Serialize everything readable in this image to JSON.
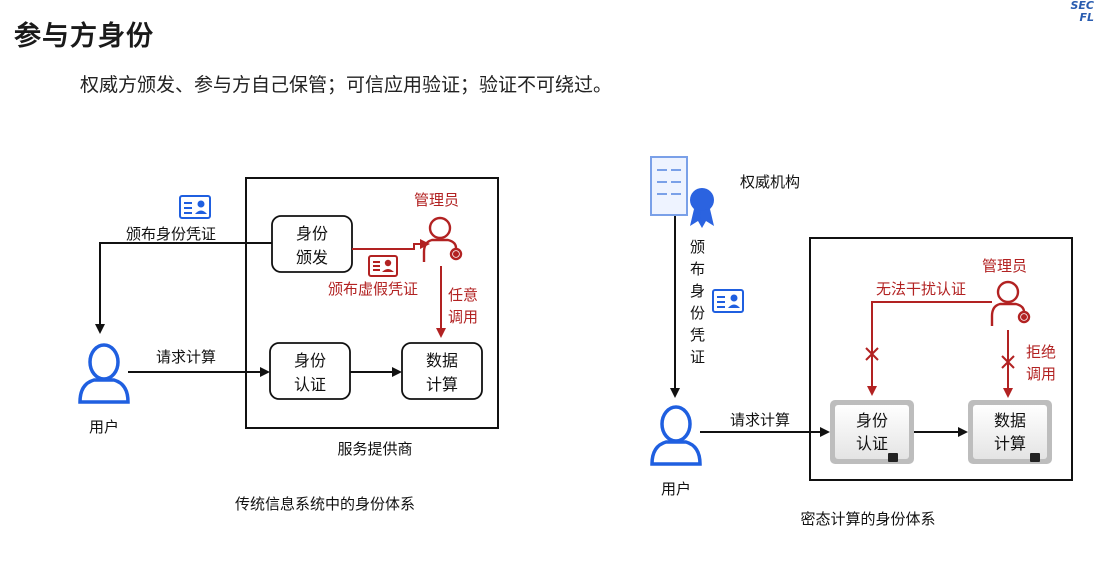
{
  "header": {
    "title": "参与方身份",
    "subtitle": "权威方颁发、参与方自己保管；可信应用验证；验证不可绕过。",
    "logo_line1": "SEC",
    "logo_line2": "FL"
  },
  "left": {
    "issue_label": "颁布身份凭证",
    "box_issue": [
      "身份",
      "颁发"
    ],
    "box_auth": [
      "身份",
      "认证"
    ],
    "box_compute": [
      "数据",
      "计算"
    ],
    "admin_label": "管理员",
    "fake_label": "颁布虚假凭证",
    "arbitrary_call": [
      "任意",
      "调用"
    ],
    "request_label": "请求计算",
    "user_label": "用户",
    "provider_label": "服务提供商",
    "caption": "传统信息系统中的身份体系"
  },
  "right": {
    "authority_label": "权威机构",
    "issue_label_vertical": [
      "颁",
      "布",
      "身",
      "份",
      "凭",
      "证"
    ],
    "admin_label": "管理员",
    "no_interfere_label": "无法干扰认证",
    "refuse_call": [
      "拒绝",
      "调用"
    ],
    "request_label": "请求计算",
    "box_auth": [
      "身份",
      "认证"
    ],
    "box_compute": [
      "数据",
      "计算"
    ],
    "user_label": "用户",
    "caption": "密态计算的身份体系"
  },
  "colors": {
    "red": "#b22222",
    "blue": "#1f5fe0",
    "black": "#111111"
  }
}
